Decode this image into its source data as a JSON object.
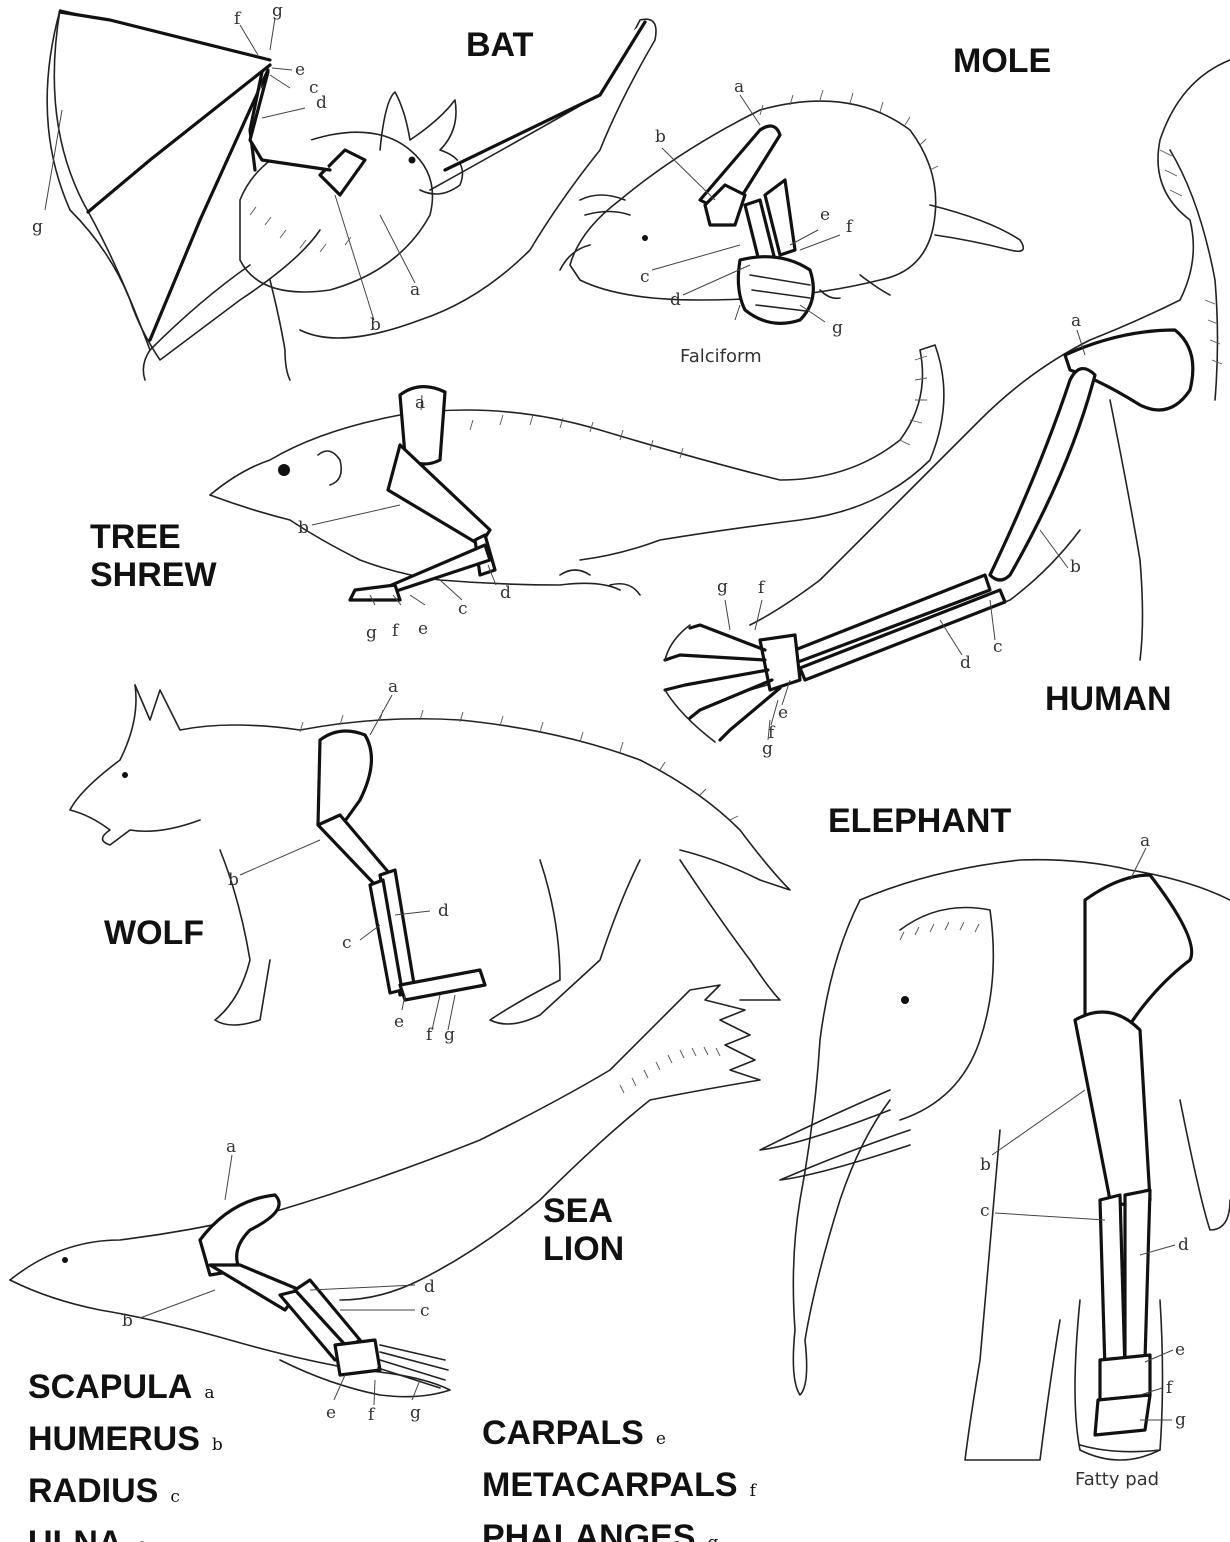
{
  "animals": {
    "bat": "BAT",
    "mole": "MOLE",
    "tree_shrew": [
      "TREE",
      "SHREW"
    ],
    "human": "HUMAN",
    "wolf": "WOLF",
    "elephant": "ELEPHANT",
    "sea_lion": [
      "SEA",
      "LION"
    ]
  },
  "bone_key": [
    {
      "name": "SCAPULA",
      "letter": "a"
    },
    {
      "name": "HUMERUS",
      "letter": "b"
    },
    {
      "name": "RADIUS",
      "letter": "c"
    },
    {
      "name": "ULNA",
      "letter": "d"
    },
    {
      "name": "CARPALS",
      "letter": "e"
    },
    {
      "name": "METACARPALS",
      "letter": "f"
    },
    {
      "name": "PHALANGES",
      "letter": "g"
    }
  ],
  "notes": {
    "falciform": "Falciform",
    "fatty_pad": "Fatty pad"
  },
  "letters": {
    "a": "a",
    "b": "b",
    "c": "c",
    "d": "d",
    "e": "e",
    "f": "f",
    "g": "g"
  }
}
